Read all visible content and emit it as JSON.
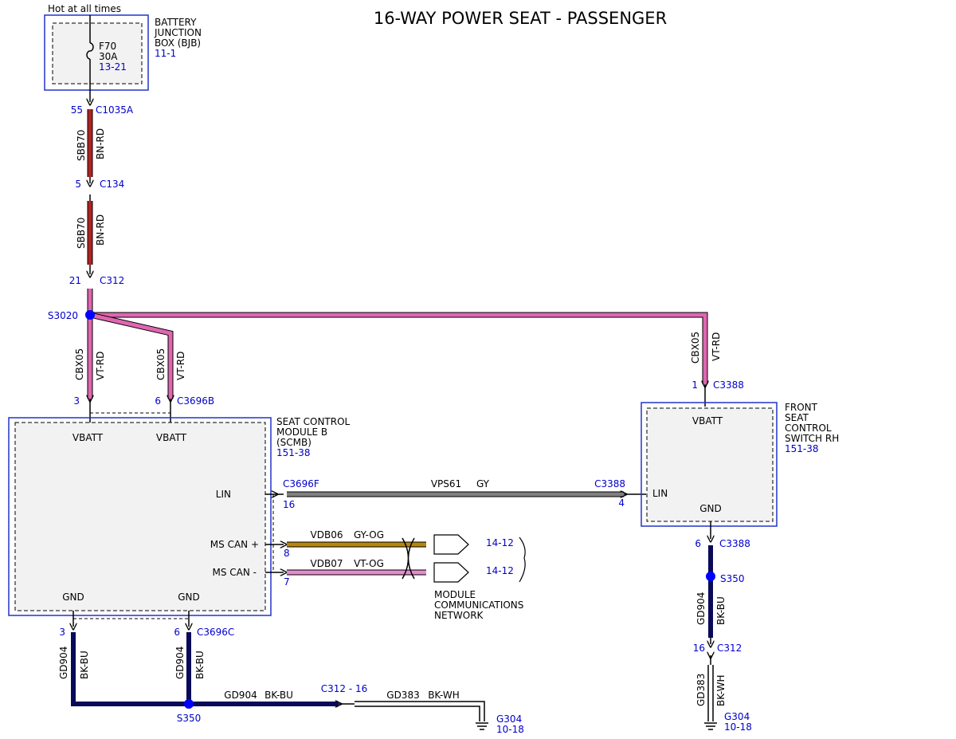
{
  "title": "16-WAY POWER SEAT - PASSENGER",
  "hot_label": "Hot at all times",
  "colors": {
    "BN_RD": "#b22222",
    "VT_RD": "#e066b0",
    "GY": "#808080",
    "GY_OG": "#b8860b",
    "VT_OG": "#e58ccc",
    "BK_BU": "#0a0a5a",
    "BK_WH": "#000000",
    "box_border": "#2233cc",
    "box_fill": "#f2f2f2",
    "splice": "#0000ff",
    "ref_text": "#0000cc"
  },
  "bjb": {
    "name": [
      "BATTERY",
      "JUNCTION",
      "BOX (BJB)"
    ],
    "ref": "11-1",
    "fuse": "F70",
    "fuse_rating": "30A",
    "fuse_ref": "13-21"
  },
  "scmb": {
    "name": [
      "SEAT CONTROL",
      "MODULE B",
      "(SCMB)"
    ],
    "ref": "151-38",
    "vbatt1": "VBATT",
    "vbatt2": "VBATT",
    "lin": "LIN",
    "mscan_plus": "MS CAN +",
    "mscan_minus": "MS CAN -",
    "gnd1": "GND",
    "gnd2": "GND"
  },
  "switch": {
    "name": [
      "FRONT",
      "SEAT",
      "CONTROL",
      "SWITCH RH"
    ],
    "ref": "151-38",
    "vbatt": "VBATT",
    "lin": "LIN",
    "gnd": "GND"
  },
  "pins": {
    "c1035a_pin": "55",
    "c1035a": "C1035A",
    "c134_pin": "5",
    "c134": "C134",
    "c312_pin": "21",
    "c312": "C312",
    "s3020": "S3020",
    "c3696b_pin1": "3",
    "c3696b_pin2": "6",
    "c3696b": "C3696B",
    "c3388_pin1": "1",
    "c3388_top": "C3388",
    "c3696f": "C3696F",
    "c3696f_pin": "16",
    "c3388_lin": "C3388",
    "c3388_lin_pin": "4",
    "can_pin_plus": "8",
    "can_pin_minus": "7",
    "c3696c_pin1": "3",
    "c3696c_pin2": "6",
    "c3696c": "C3696C",
    "s350_left": "S350",
    "c312_16": "C312 - 16",
    "g304_left": "G304",
    "g304_left_ref": "10-18",
    "c3388_gnd_pin": "6",
    "c3388_gnd": "C3388",
    "s350_right": "S350",
    "c312_right_pin": "16",
    "c312_right": "C312",
    "g304_right": "G304",
    "g304_right_ref": "10-18"
  },
  "wires": {
    "sbb70": "SBB70",
    "bn_rd": "BN-RD",
    "cbx05": "CBX05",
    "vt_rd": "VT-RD",
    "vps61": "VPS61",
    "gy": "GY",
    "vdb06": "VDB06",
    "gy_og": "GY-OG",
    "vdb07": "VDB07",
    "vt_og": "VT-OG",
    "gd904": "GD904",
    "bk_bu": "BK-BU",
    "gd383": "GD383",
    "bk_wh": "BK-WH"
  },
  "network": {
    "ref_plus": "14-12",
    "ref_minus": "14-12",
    "label": [
      "MODULE",
      "COMMUNICATIONS",
      "NETWORK"
    ]
  }
}
